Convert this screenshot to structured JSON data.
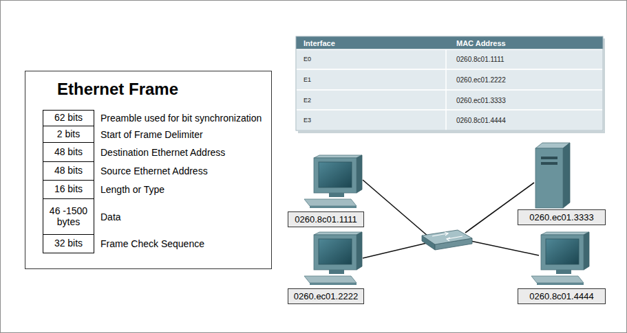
{
  "diagram": {
    "nodes": [
      {
        "text": [
          "Ethernet Frame"
        ]
      },
      {
        "text": [
          "62 bits",
          "Preamble used for bit synchronization"
        ],
        "in": 0
      },
      {
        "text": [
          "2 bits",
          "Start of Frame Delimiter"
        ],
        "in": 0
      },
      {
        "text": [
          "48 bits",
          "Destination Ethernet Address"
        ],
        "in": 0
      },
      {
        "text": [
          "48 bits",
          "Source Ethernet Address"
        ],
        "in": 0
      },
      {
        "text": [
          "16 bits",
          "Length or Type"
        ],
        "in": 0
      },
      {
        "text": [
          "46 -1500 bytes",
          "Data"
        ],
        "in": 0
      },
      {
        "text": [
          "32 bits",
          "Frame Check Sequence"
        ],
        "in": 0
      },
      {
        "text": [
          "0260.8c01.1111"
        ]
      },
      {
        "text": [
          "0260.ec01.3333"
        ]
      },
      {
        "text": [
          "0260.ec01.2222"
        ]
      },
      {
        "text": [
          "0260.8c01.4444"
        ]
      }
    ],
    "labels": [
      "Interface",
      "MAC Address",
      "E0",
      "0260.8c01.1111",
      "E1",
      "0260.ec01.2222",
      "E2",
      "0260.ec01.3333",
      "E3",
      "0260.8c01.4444"
    ]
  }
}
